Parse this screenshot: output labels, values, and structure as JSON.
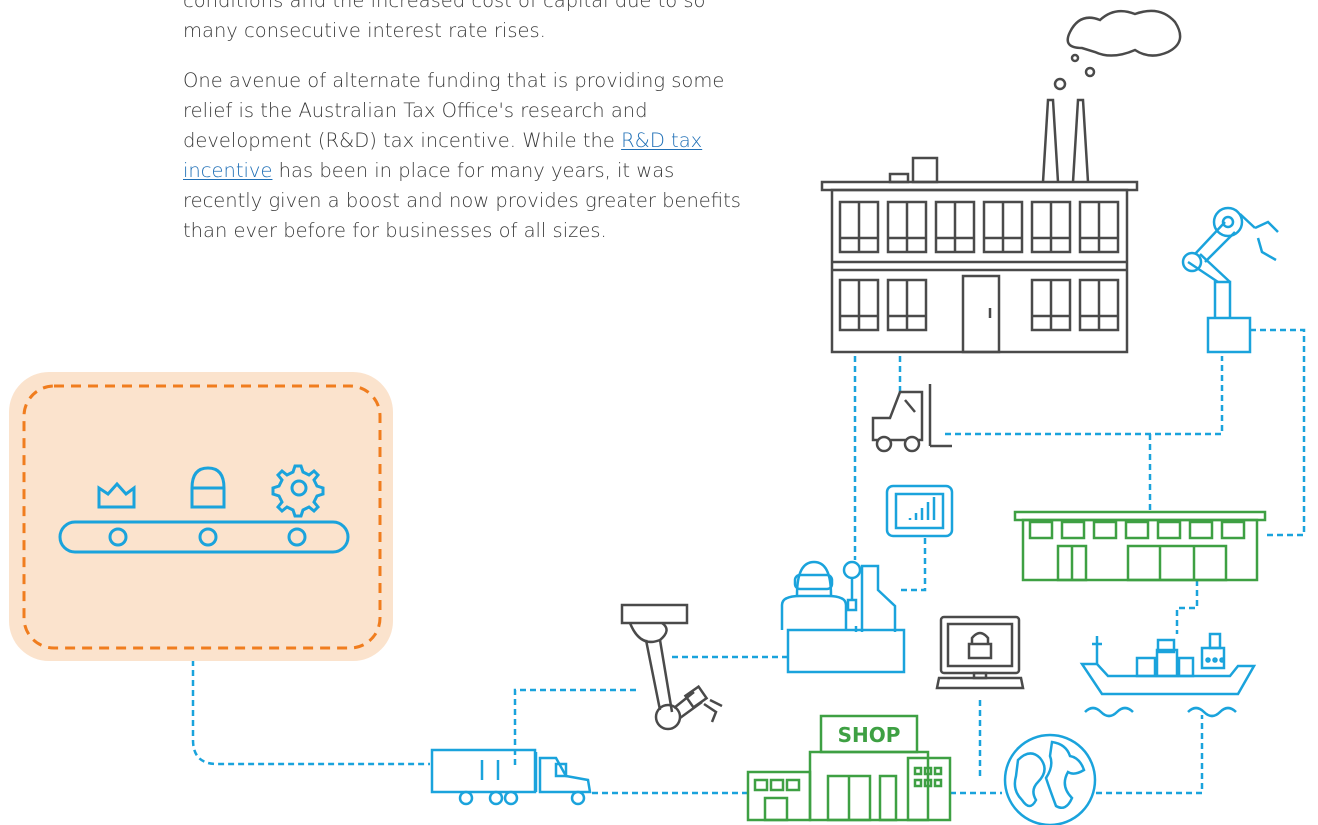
{
  "article": {
    "paragraph1": "conditions and the increased cost of capital due to so many consecutive interest rate rises.",
    "paragraph2_before_link": "One avenue of alternate funding that is providing some relief is the Australian Tax Office's research and development (R&D) tax incentive. While the ",
    "paragraph2_link": "R&D tax incentive",
    "paragraph2_after_link": " has been in place for many years, it was recently given a boost and now provides greater benefits than ever before for businesses of all sizes."
  },
  "illustration": {
    "shop_sign": "SHOP",
    "colors": {
      "blue": "#1aa3dc",
      "grey": "#4a4a4a",
      "green": "#3ea043",
      "orange": "#f07d1e",
      "peach": "#fbe3cd"
    },
    "icons": [
      "factory-icon",
      "robot-arm-icon",
      "forklift-icon",
      "tablet-chart-icon",
      "warehouse-icon",
      "engineer-workstation-icon",
      "robotic-arm-icon",
      "computer-lock-icon",
      "cargo-ship-icon",
      "truck-icon",
      "shop-icon",
      "globe-icon",
      "conveyor-belt-icon",
      "crown-icon",
      "lock-icon",
      "gear-icon"
    ]
  }
}
